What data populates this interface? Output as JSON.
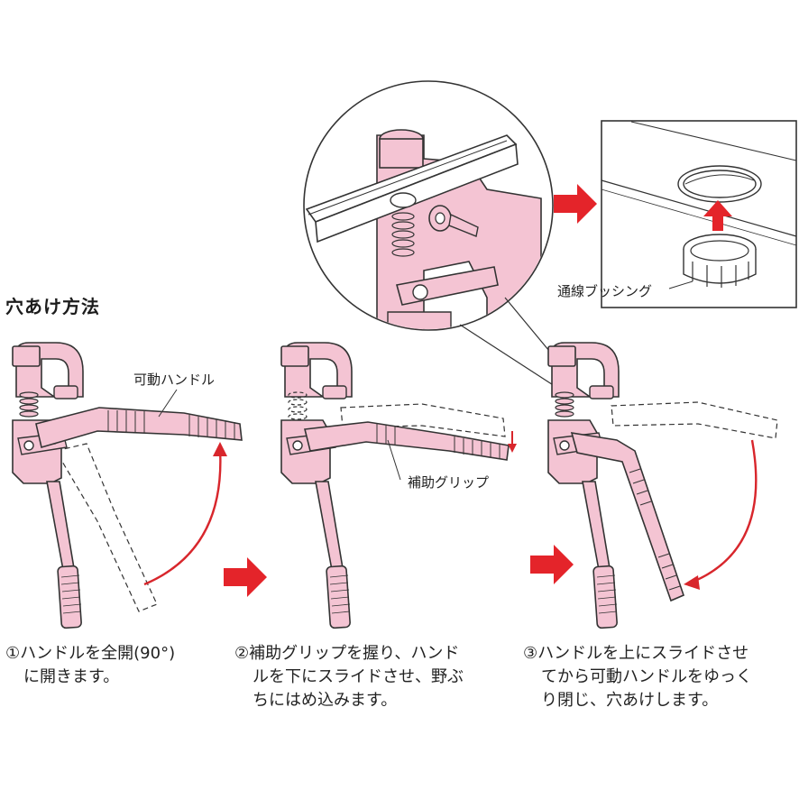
{
  "title": "穴あけ方法",
  "labels": {
    "movable_handle": "可動ハンドル",
    "aux_grip": "補助グリップ",
    "bushing": "通線ブッシング"
  },
  "steps": [
    {
      "line1": "①ハンドルを全開(90°)",
      "line2": "に開きます。",
      "line3": ""
    },
    {
      "line1": "②補助グリップを握り、ハンド",
      "line2": "ルを下にスライドさせ、野ぶ",
      "line3": "ちにはめ込みます。"
    },
    {
      "line1": "③ハンドルを上にスライドさせ",
      "line2": "てから可動ハンドルをゆっく",
      "line3": "り閉じ、穴あけします。"
    }
  ],
  "colors": {
    "tool_fill": "#f4c4d3",
    "outline": "#333333",
    "arrow_red": "#e4242a",
    "curve_red": "#d8262c"
  },
  "icons": [
    "right-arrow-icon",
    "up-arrow-icon",
    "down-arrow-icon",
    "curved-arrow-icon"
  ]
}
